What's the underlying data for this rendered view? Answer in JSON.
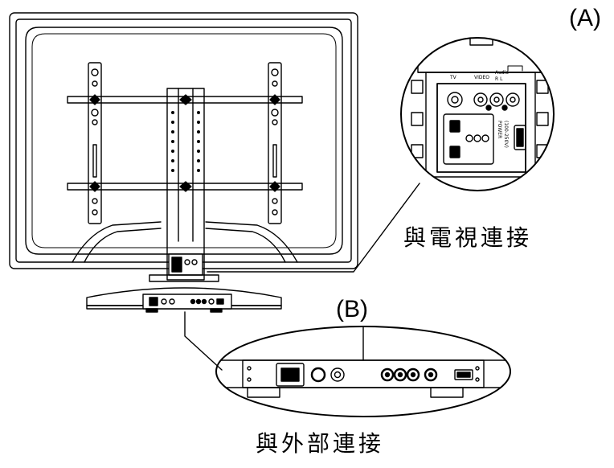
{
  "labels": {
    "panel_a": "(A)",
    "panel_b": "(B)",
    "tv_connection": "與電視連接",
    "external_connection": "與外部連接"
  },
  "port_labels": {
    "tv": "TV",
    "video": "VIDEO",
    "audio": "Audio",
    "audio_channels": "R  L",
    "power": "POWER",
    "voltage": "(100-250V)"
  },
  "colors": {
    "line": "#000000",
    "background": "#ffffff"
  }
}
